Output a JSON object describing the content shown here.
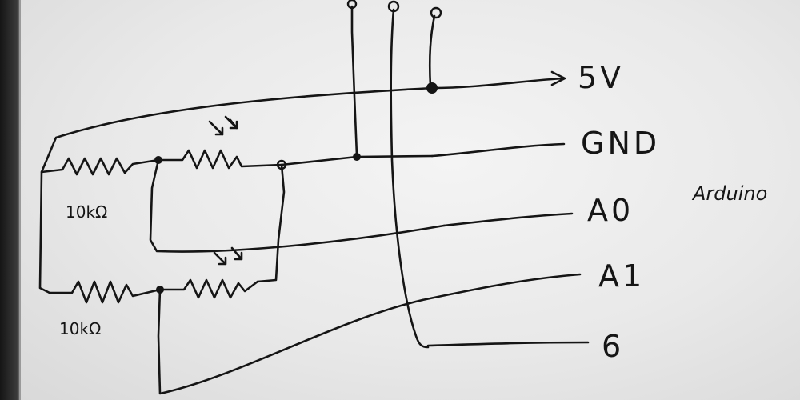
{
  "diagram": {
    "board_label": "Arduino",
    "resistor_labels": {
      "top": "10kΩ",
      "bottom": "10kΩ"
    },
    "pins": [
      {
        "id": "5v",
        "label": "5V"
      },
      {
        "id": "gnd",
        "label": "GND"
      },
      {
        "id": "a0",
        "label": "A0"
      },
      {
        "id": "a1",
        "label": "A1"
      },
      {
        "id": "d6",
        "label": "6"
      }
    ]
  }
}
